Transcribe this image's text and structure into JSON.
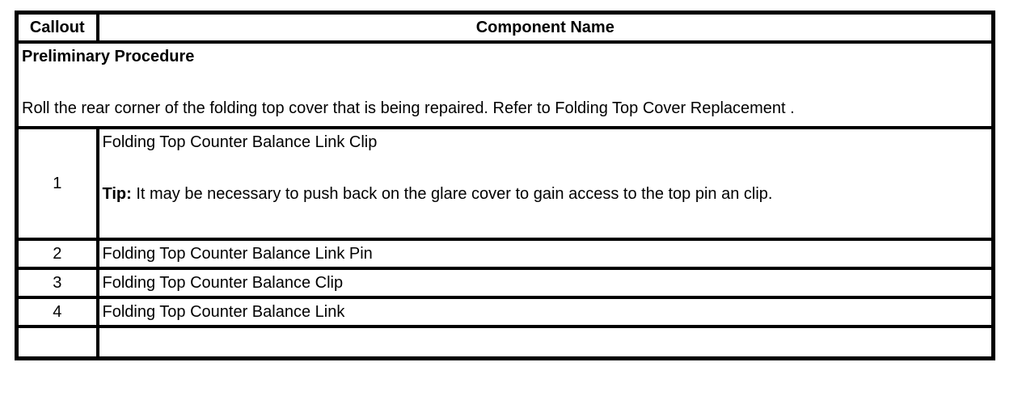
{
  "table": {
    "headers": {
      "callout": "Callout",
      "component_name": "Component Name"
    },
    "preliminary": {
      "title": "Preliminary Procedure",
      "text": "Roll the rear corner of the folding top cover that is being repaired. Refer to Folding Top Cover Replacement ."
    },
    "rows": [
      {
        "callout": "1",
        "name": "Folding Top Counter Balance Link Clip",
        "tip_label": "Tip:",
        "tip_text": " It may be necessary to push back on the glare cover to gain access to the top pin an clip."
      },
      {
        "callout": "2",
        "name": "Folding Top Counter Balance Link Pin"
      },
      {
        "callout": "3",
        "name": "Folding Top Counter Balance Clip"
      },
      {
        "callout": "4",
        "name": "Folding Top Counter Balance Link"
      },
      {
        "callout": "",
        "name": ""
      }
    ],
    "colors": {
      "border": "#000000",
      "background": "#ffffff",
      "text": "#000000"
    }
  }
}
